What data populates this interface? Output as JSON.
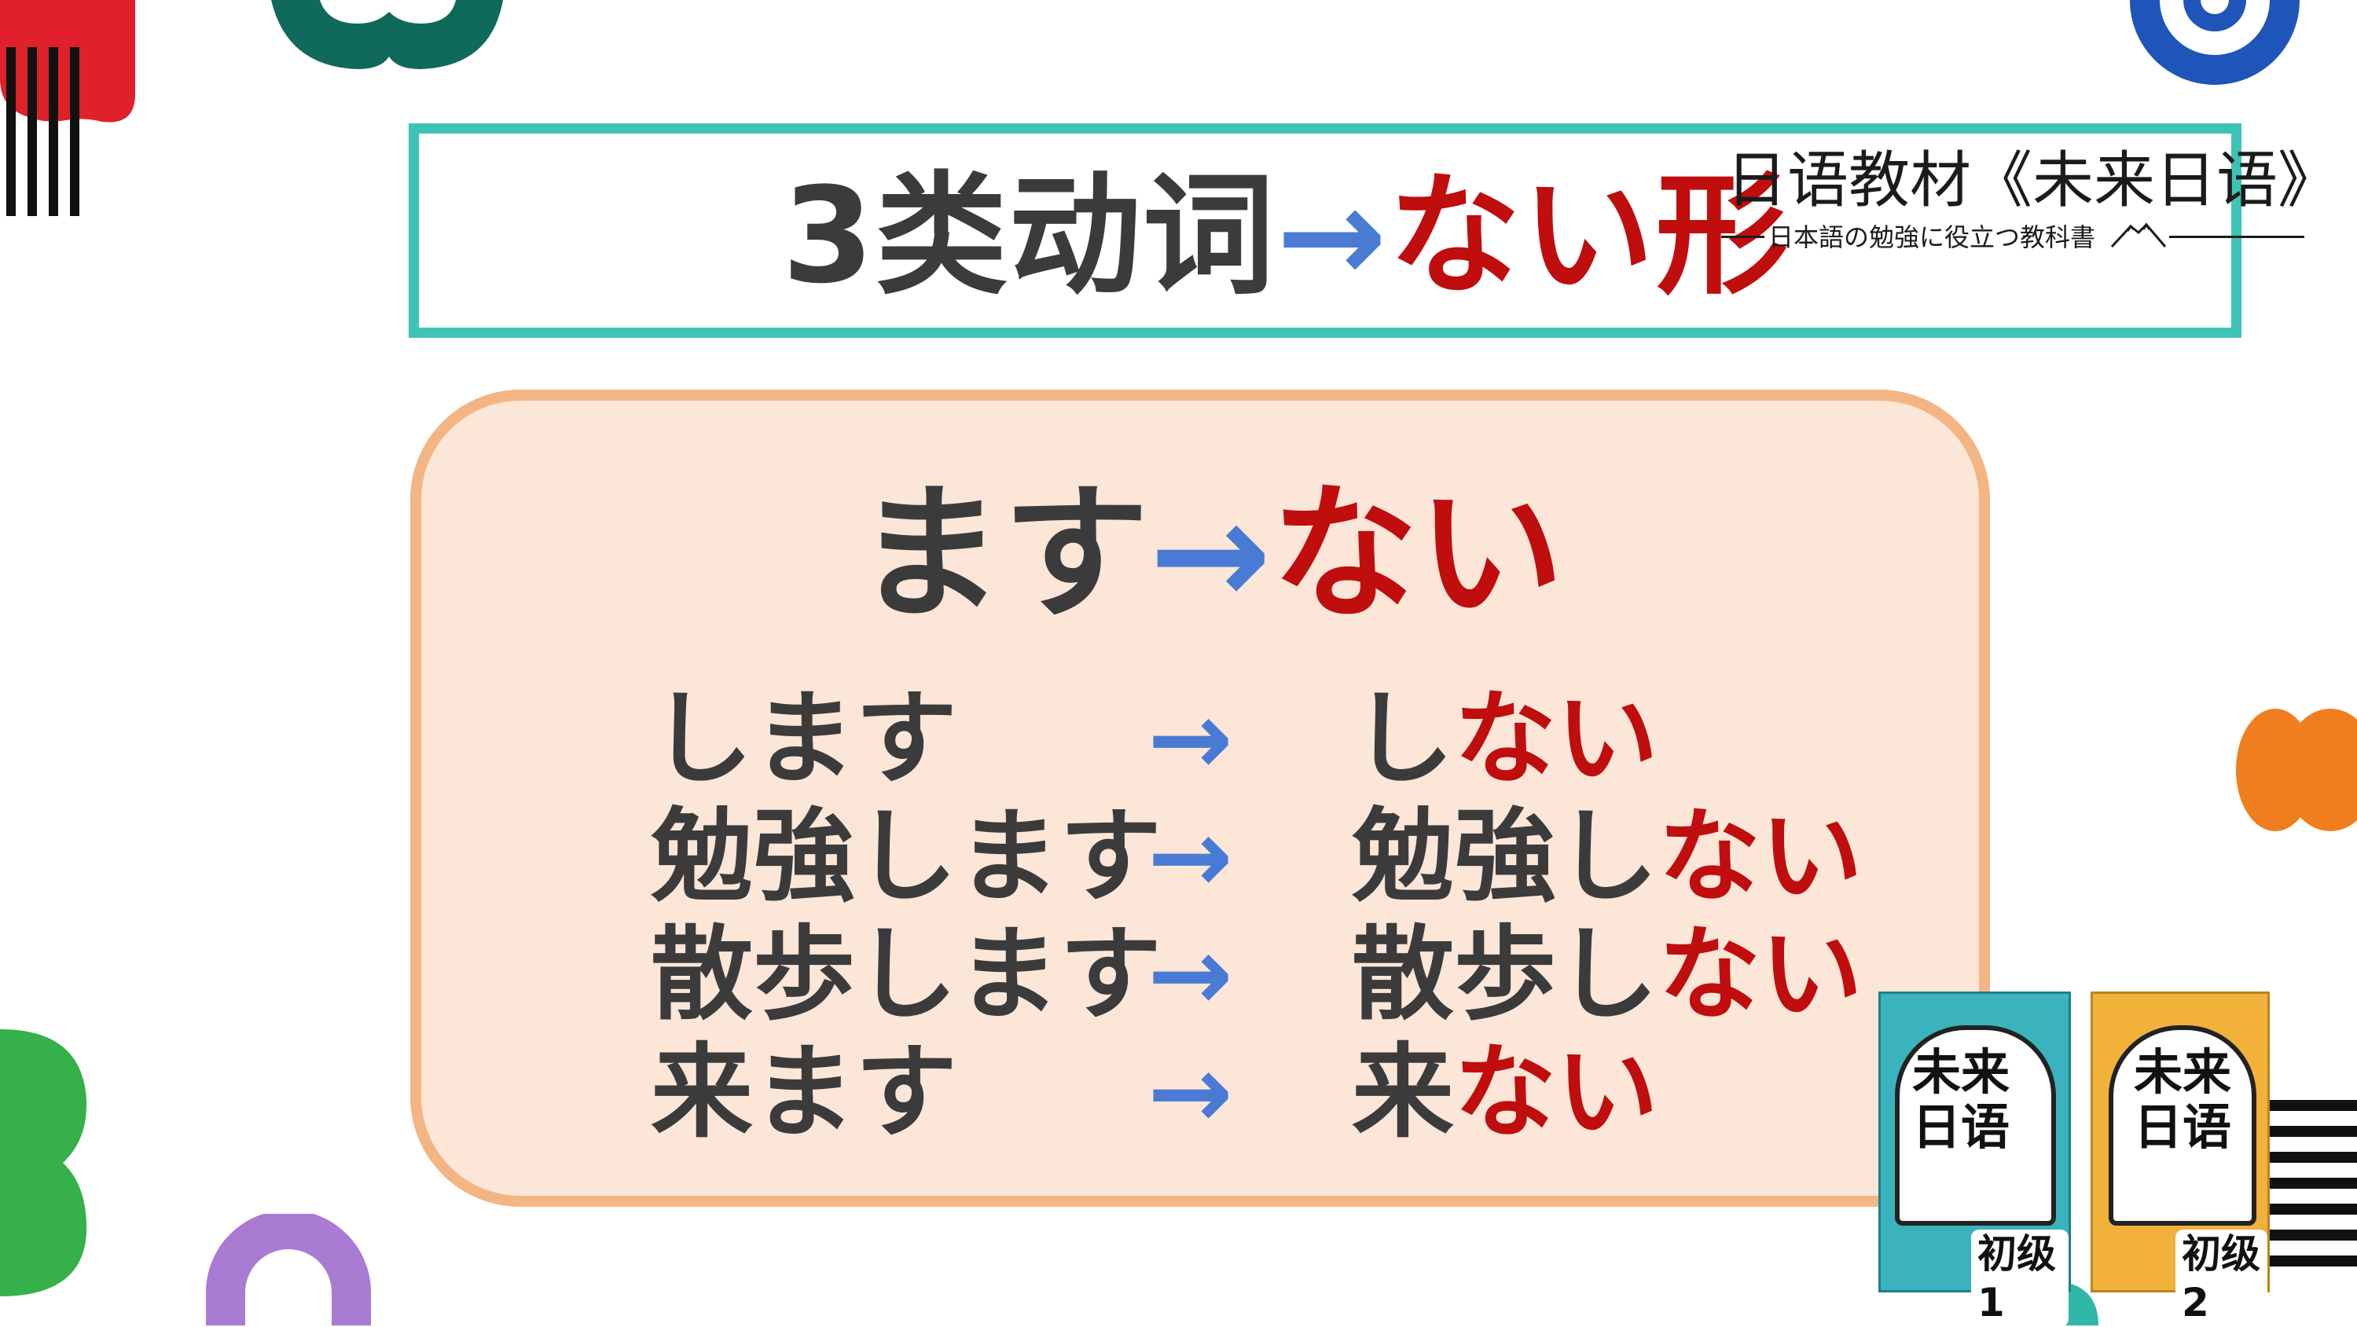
{
  "title": {
    "prefix": "3类动词",
    "arrow": "→",
    "suffix": "ない形"
  },
  "brand": {
    "title": "日语教材《未来日语》",
    "subtitle": "日本語の勉強に役立つ教科書"
  },
  "panel": {
    "heading": {
      "from": "ます",
      "arrow": "→",
      "to": "ない"
    },
    "rows": [
      {
        "from": "します",
        "arrow": "→",
        "stem": "し",
        "ending": "ない"
      },
      {
        "from": "勉強します",
        "arrow": "→",
        "stem": "勉強し",
        "ending": "ない"
      },
      {
        "from": "散歩します",
        "arrow": "→",
        "stem": "散歩し",
        "ending": "ない"
      },
      {
        "from": "来ます",
        "arrow": "→",
        "stem": "来",
        "ending": "ない"
      }
    ]
  },
  "books": [
    {
      "title_line1": "未来",
      "title_line2": "日语",
      "level": "初级1",
      "color": "#3bb3bf"
    },
    {
      "title_line1": "未来",
      "title_line2": "日语",
      "level": "初级2",
      "color": "#f2b13b"
    }
  ],
  "colors": {
    "accent_teal": "#3cc4b6",
    "panel_fill": "#fce6d8",
    "panel_border": "#f4b584",
    "arrow_blue": "#4a7bd4",
    "highlight_red": "#c00d0d",
    "text_dark": "#3b3b3b"
  }
}
